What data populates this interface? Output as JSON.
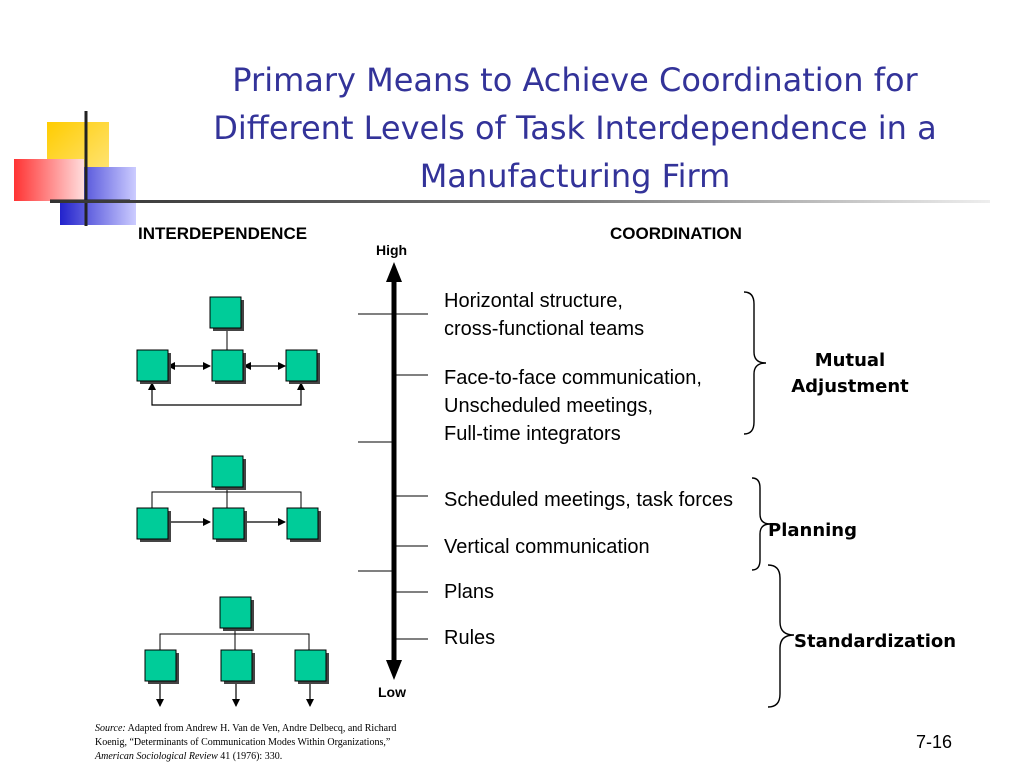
{
  "title": {
    "line1": "Primary Means to Achieve Coordination for",
    "line2": "Different Levels of Task Interdependence in a",
    "line3": "Manufacturing Firm"
  },
  "headers": {
    "interdependence": "INTERDEPENDENCE",
    "coordination": "COORDINATION"
  },
  "axis": {
    "high": "High",
    "low": "Low"
  },
  "coordination_items": [
    {
      "lines": [
        "Horizontal structure,",
        "cross-functional teams"
      ]
    },
    {
      "lines": [
        "Face-to-face communication,",
        "Unscheduled meetings,",
        "Full-time integrators"
      ]
    },
    {
      "lines": [
        "Scheduled meetings, task forces"
      ]
    },
    {
      "lines": [
        "Vertical communication"
      ]
    },
    {
      "lines": [
        "Plans"
      ]
    },
    {
      "lines": [
        "Rules"
      ]
    }
  ],
  "groups": {
    "mutual_line1": "Mutual",
    "mutual_line2": "Adjustment",
    "planning": "Planning",
    "standardization": "Standardization"
  },
  "source": {
    "label": "Source:",
    "text1": " Adapted from Andrew H. Van de Ven, Andre Delbecq, and Richard Koenig, “Determinants of Communication Modes Within Organizations,” ",
    "journal": "American Sociological Review",
    "text2": " 41 (1976): 330."
  },
  "page_number": "7-16",
  "colors": {
    "title": "#333399",
    "box_fill": "#00cc99",
    "deco_yellow": "#ffcc00",
    "deco_blue": "#3333cc",
    "deco_red": "#ff3333"
  }
}
